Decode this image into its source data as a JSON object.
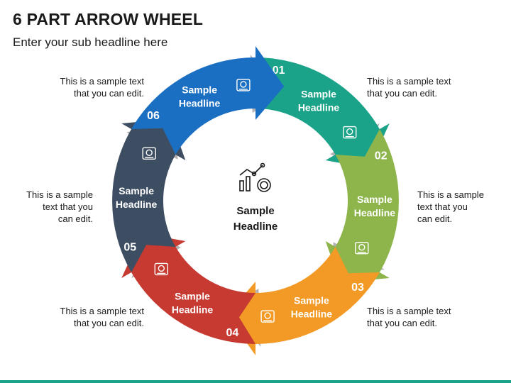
{
  "title": "6 PART ARROW WHEEL",
  "subtitle": "Enter your sub headline here",
  "center": {
    "line1": "Sample",
    "line2": "Headline"
  },
  "segments": [
    {
      "number": "01",
      "head1": "Sample",
      "head2": "Headline",
      "color": "#1aa388",
      "icon": "people-network-icon"
    },
    {
      "number": "02",
      "head1": "Sample",
      "head2": "Headline",
      "color": "#8db54b",
      "icon": "document-hand-icon"
    },
    {
      "number": "03",
      "head1": "Sample",
      "head2": "Headline",
      "color": "#f29a25",
      "icon": "handshake-icon"
    },
    {
      "number": "04",
      "head1": "Sample",
      "head2": "Headline",
      "color": "#c73a32",
      "icon": "brain-gears-icon"
    },
    {
      "number": "05",
      "head1": "Sample",
      "head2": "Headline",
      "color": "#3e4e62",
      "icon": "building-gear-icon"
    },
    {
      "number": "06",
      "head1": "Sample",
      "head2": "Headline",
      "color": "#1b6fc2",
      "icon": "network-gear-icon"
    }
  ],
  "descriptions": {
    "top_right": "This is a sample text\nthat you can edit.",
    "mid_right": "This is a sample\ntext that you\ncan edit.",
    "bottom_right": "This is a sample text\nthat you can edit.",
    "bottom_left": "This is a sample text\nthat you can edit.",
    "mid_left": "This is a sample\ntext that you\ncan edit.",
    "top_left": "This is a sample text\nthat you can edit."
  },
  "accent_color": "#1aa388",
  "center_icon": "chart-gear-dollar-icon"
}
